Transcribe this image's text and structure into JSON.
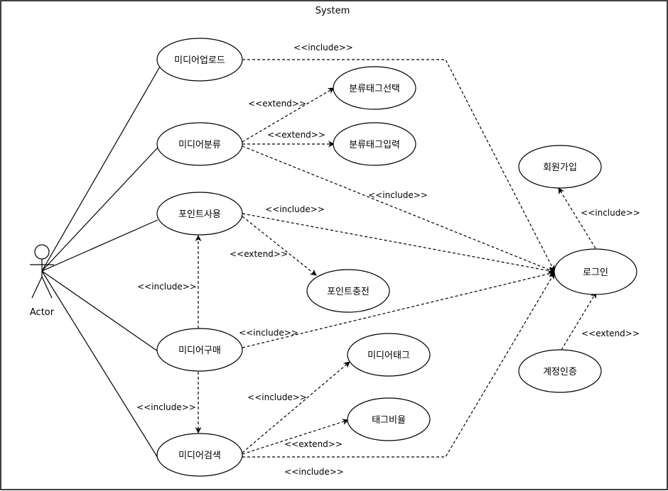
{
  "system": {
    "title": "System"
  },
  "actor": {
    "label": "Actor"
  },
  "use_cases": {
    "upload": "미디어업로드",
    "classify": "미디어분류",
    "point_use": "포인트사용",
    "purchase": "미디어구매",
    "search": "미디어검색",
    "tag_select": "분류태그선택",
    "tag_input": "분류태그입력",
    "point_charge": "포인트충전",
    "media_tag": "미디어태그",
    "tag_ratio": "태그비율",
    "signup": "회원가입",
    "login": "로그인",
    "account_verify": "계정인증"
  },
  "relations": {
    "upload_login": "<<include>>",
    "classify_tag_select": "<<extend>>",
    "classify_tag_input": "<<extend>>",
    "classify_login": "<<include>>",
    "point_use_login": "<<include>>",
    "point_use_charge": "<<extend>>",
    "purchase_point_use": "<<include>>",
    "purchase_login": "<<include>>",
    "purchase_search": "<<include>>",
    "search_media_tag": "<<include>>",
    "search_tag_ratio": "<<extend>>",
    "search_login": "<<include>>",
    "login_signup": "<<include>>",
    "verify_login": "<<extend>>"
  }
}
